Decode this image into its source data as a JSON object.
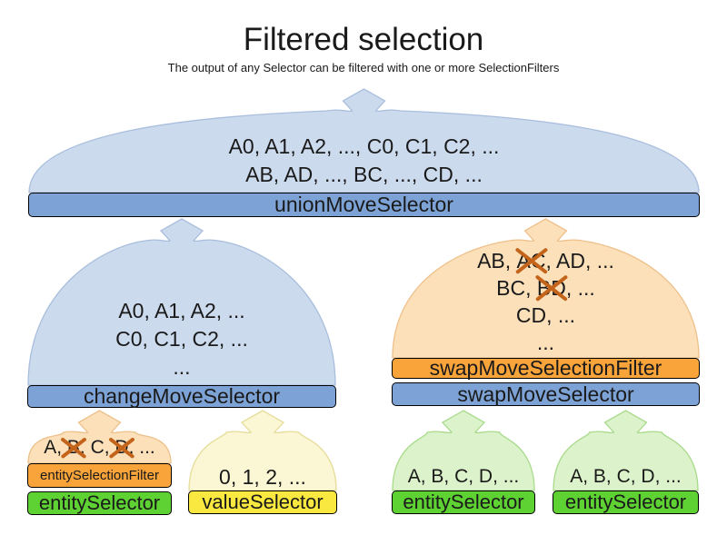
{
  "title": "Filtered selection",
  "subtitle": "The output of any Selector can be filtered with one or more SelectionFilters",
  "colors": {
    "text": "#1a1a1a",
    "cross": "#c4641a",
    "blue_bar": "#7da3d6",
    "blue_dome": "#ccdaee",
    "blue_dome_border": "#a9bedd",
    "orange_bar": "#f9a43b",
    "orange_dome": "#fbe0ba",
    "orange_dome_border": "#eec08a",
    "yellow_bar": "#f9e83f",
    "yellow_dome": "#fbf6d3",
    "yellow_dome_border": "#e6dc9a",
    "green_bar": "#5fd233",
    "green_dome": "#dcf2ca",
    "green_dome_border": "#a9da8c"
  },
  "funnels": [
    {
      "id": "union",
      "dome": "blue",
      "lines": [
        [
          {
            "text": "A0, A1, A2, ..., C0, C1, C2, ..."
          }
        ],
        [
          {
            "text": "AB, AD, ..., BC, ..., CD, ..."
          }
        ]
      ],
      "bars": [
        {
          "label": "unionMoveSelector",
          "style": "blue"
        }
      ]
    },
    {
      "id": "change",
      "dome": "blue",
      "lines": [
        [
          {
            "text": "A0, A1, A2, ..."
          }
        ],
        [
          {
            "text": "C0, C1, C2, ..."
          }
        ],
        [
          {
            "text": "..."
          }
        ]
      ],
      "bars": [
        {
          "label": "changeMoveSelector",
          "style": "blue"
        }
      ]
    },
    {
      "id": "swap",
      "dome": "orange",
      "lines": [
        [
          {
            "text": "AB, "
          },
          {
            "text": "AC",
            "crossed": true
          },
          {
            "text": ", AD, ..."
          }
        ],
        [
          {
            "text": "BC, "
          },
          {
            "text": "BD",
            "crossed": true
          },
          {
            "text": ", ..."
          }
        ],
        [
          {
            "text": "CD, ..."
          }
        ],
        [
          {
            "text": "..."
          }
        ]
      ],
      "bars": [
        {
          "label": "swapMoveSelectionFilter",
          "style": "orange"
        },
        {
          "label": "swapMoveSelector",
          "style": "blue"
        }
      ]
    },
    {
      "id": "entityFiltered",
      "dome": "orange",
      "lines": [
        [
          {
            "text": "A, "
          },
          {
            "text": "B",
            "crossed": true
          },
          {
            "text": ", C, "
          },
          {
            "text": "D",
            "crossed": true
          },
          {
            "text": ", ..."
          }
        ]
      ],
      "bars": [
        {
          "label": "entitySelectionFilter",
          "style": "orange"
        },
        {
          "label": "entitySelector",
          "style": "green"
        }
      ]
    },
    {
      "id": "value",
      "dome": "yellow",
      "lines": [
        [
          {
            "text": "0, 1, 2, ..."
          }
        ]
      ],
      "bars": [
        {
          "label": "valueSelector",
          "style": "yellow"
        }
      ]
    },
    {
      "id": "entity1",
      "dome": "green",
      "lines": [
        [
          {
            "text": "A, B, C, D, ..."
          }
        ]
      ],
      "bars": [
        {
          "label": "entitySelector",
          "style": "green"
        }
      ]
    },
    {
      "id": "entity2",
      "dome": "green",
      "lines": [
        [
          {
            "text": "A, B, C, D, ..."
          }
        ]
      ],
      "bars": [
        {
          "label": "entitySelector",
          "style": "green"
        }
      ]
    }
  ]
}
